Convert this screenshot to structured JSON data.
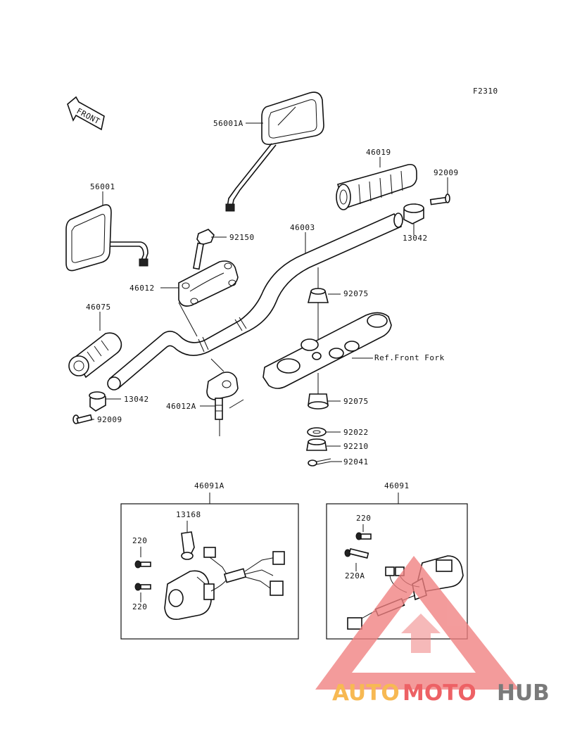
{
  "figure_code": "F2310",
  "front_arrow": "FRONT",
  "callouts": {
    "mirror_right": "56001A",
    "mirror_left": "56001",
    "grip_right": "46019",
    "bolt_92009_right": "92009",
    "collar_13042_right": "13042",
    "bolt_92150": "92150",
    "handlebar": "46003",
    "holder_upper": "46012",
    "damper_upper": "92075",
    "grip_left": "46075",
    "front_fork_ref": "Ref.Front Fork",
    "collar_13042_left": "13042",
    "holder_lower": "46012A",
    "damper_lower": "92075",
    "bolt_92009_left": "92009",
    "washer": "92022",
    "nut": "92210",
    "cotter_pin": "92041"
  },
  "left_switch_box": {
    "title": "46091A",
    "part_13168": "13168",
    "screw_top": "220",
    "screw_bottom": "220"
  },
  "right_switch_box": {
    "title": "46091",
    "screw_220": "220",
    "screw_220A": "220A"
  },
  "watermark": {
    "auto": "AUTO",
    "moto": "MOTO",
    "hub": "HUB",
    "colors": {
      "auto": "#f5a623",
      "moto": "#e8353a",
      "hub": "#555555",
      "triangle": "#f08080"
    }
  }
}
